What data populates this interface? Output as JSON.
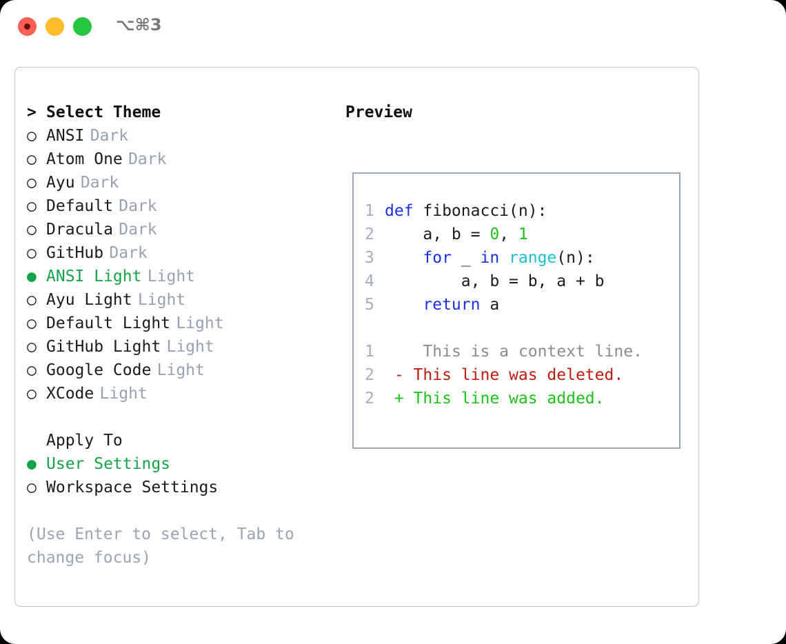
{
  "titlebar": {
    "shortcut": "⌥⌘3",
    "buttons": [
      {
        "name": "close",
        "color": "#fd5f55"
      },
      {
        "name": "minimize",
        "color": "#ffbd2e"
      },
      {
        "name": "maximize",
        "color": "#25c63e"
      }
    ]
  },
  "theme_panel": {
    "heading": "Select Theme",
    "heading_marker": ">",
    "markers": {
      "selected": "●",
      "unselected": "○"
    },
    "items": [
      {
        "name": "ANSI",
        "variant": "Dark",
        "selected": false
      },
      {
        "name": "Atom One",
        "variant": "Dark",
        "selected": false
      },
      {
        "name": "Ayu",
        "variant": "Dark",
        "selected": false
      },
      {
        "name": "Default",
        "variant": "Dark",
        "selected": false
      },
      {
        "name": "Dracula",
        "variant": "Dark",
        "selected": false
      },
      {
        "name": "GitHub",
        "variant": "Dark",
        "selected": false
      },
      {
        "name": "ANSI Light",
        "variant": "Light",
        "selected": true
      },
      {
        "name": "Ayu Light",
        "variant": "Light",
        "selected": false
      },
      {
        "name": "Default Light",
        "variant": "Light",
        "selected": false
      },
      {
        "name": "GitHub Light",
        "variant": "Light",
        "selected": false
      },
      {
        "name": "Google Code",
        "variant": "Light",
        "selected": false
      },
      {
        "name": "XCode",
        "variant": "Light",
        "selected": false
      }
    ]
  },
  "apply_to": {
    "heading": "Apply To",
    "items": [
      {
        "label": "User Settings",
        "selected": true
      },
      {
        "label": "Workspace Settings",
        "selected": false
      }
    ]
  },
  "hint": "(Use Enter to select, Tab to change focus)",
  "preview": {
    "title": "Preview",
    "code_lines": [
      {
        "no": "1",
        "tokens": [
          {
            "t": "def ",
            "c": "kw"
          },
          {
            "t": "fibonacci(n):",
            "c": "txt"
          }
        ]
      },
      {
        "no": "2",
        "tokens": [
          {
            "t": "    a, b = ",
            "c": "txt"
          },
          {
            "t": "0",
            "c": "num"
          },
          {
            "t": ", ",
            "c": "txt"
          },
          {
            "t": "1",
            "c": "num"
          }
        ]
      },
      {
        "no": "3",
        "tokens": [
          {
            "t": "    ",
            "c": "txt"
          },
          {
            "t": "for",
            "c": "kw"
          },
          {
            "t": " _ ",
            "c": "txt"
          },
          {
            "t": "in",
            "c": "kw"
          },
          {
            "t": " ",
            "c": "txt"
          },
          {
            "t": "range",
            "c": "fn"
          },
          {
            "t": "(n):",
            "c": "txt"
          }
        ]
      },
      {
        "no": "4",
        "tokens": [
          {
            "t": "        a, b = b, a + b",
            "c": "txt"
          }
        ]
      },
      {
        "no": "5",
        "tokens": [
          {
            "t": "    ",
            "c": "txt"
          },
          {
            "t": "return",
            "c": "kw"
          },
          {
            "t": " a",
            "c": "txt"
          }
        ]
      }
    ],
    "diff_lines": [
      {
        "no": "1",
        "sign": " ",
        "text": "  This is a context line.",
        "kind": "ctx"
      },
      {
        "no": "2",
        "sign": "-",
        "text": " This line was deleted.",
        "kind": "del"
      },
      {
        "no": "2",
        "sign": "+",
        "text": " This line was added.",
        "kind": "add"
      }
    ]
  },
  "colors": {
    "accent_green": "#15a349",
    "muted": "#97a1b2",
    "keyword": "#1830e8",
    "function": "#18c1d1",
    "number": "#19c219",
    "diff_delete": "#c11b10",
    "diff_add": "#19c219",
    "panel_border": "#b9c2cc",
    "preview_border": "#9aa7b5"
  }
}
